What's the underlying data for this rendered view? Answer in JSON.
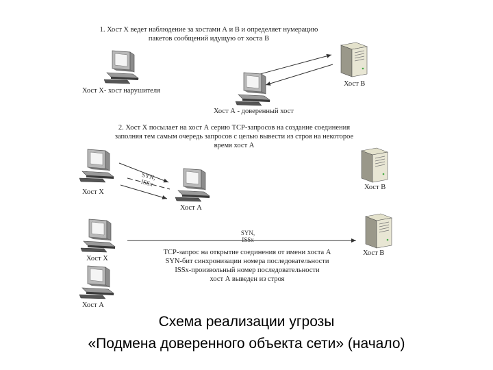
{
  "step1": {
    "line1": "1. Хост Х ведет наблюдение за хостами А и В и определяет нумерацию",
    "line2": "пакетов сообщений идущую от хоста В"
  },
  "step1_labels": {
    "host_x": "Хост Х- хост нарушителя",
    "host_a": "Хост А - доверенный хост",
    "host_b": "Хост В"
  },
  "step2": {
    "line1": "2. Хост Х посылает на хост А серию ТСР-запросов на создание соединения",
    "line2": "заполняя тем самым очередь запросов с целью вывести из строя на некоторое",
    "line3": "время хост А"
  },
  "step2_labels": {
    "host_x": "Хост Х",
    "host_a": "Хост А",
    "host_b": "Хост В",
    "syn": "SYN,",
    "issx": "ISSx"
  },
  "step3_labels": {
    "host_x": "Хост Х",
    "host_a": "Хост А",
    "host_b": "Хост В",
    "syn": "SYN,",
    "issx": "ISSx",
    "desc1": "ТСР-запрос на открытие соединения от имени хоста А",
    "desc2": "SYN-бит синхронизации номера последовательности",
    "desc3": "ISSx-произвольный номер последовательности",
    "desc4": "хост А выведен из строя"
  },
  "caption": {
    "line1": "Схема реализации угрозы",
    "line2": "«Подмена доверенного объекта сети» (начало)"
  }
}
